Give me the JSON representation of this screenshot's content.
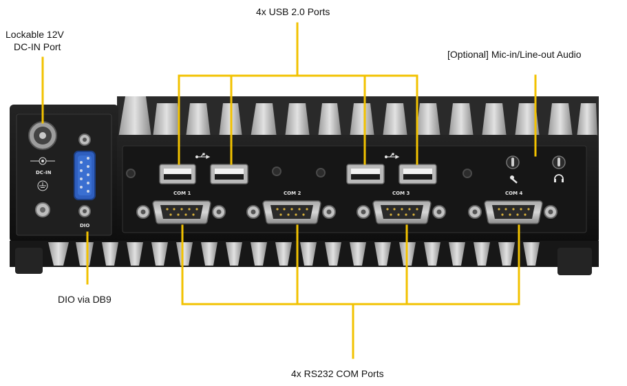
{
  "callouts": {
    "usb": "4x USB 2.0 Ports",
    "dc_in_line1": "Lockable 12V",
    "dc_in_line2": "DC-IN  Port",
    "audio": "[Optional] Mic-in/Line-out Audio",
    "dio": "DIO via DB9",
    "com": "4x RS232 COM Ports"
  },
  "panel_labels": {
    "dc_in": "DC-IN",
    "dio": "DIO",
    "com1": "COM 1",
    "com2": "COM 2",
    "com3": "COM 3",
    "com4": "COM 4"
  },
  "colors": {
    "callout_line": "#f2c200",
    "chassis": "#1a1a1a",
    "heatsink": "#c9c9c9",
    "db9_blue": "#3a6fd1"
  }
}
